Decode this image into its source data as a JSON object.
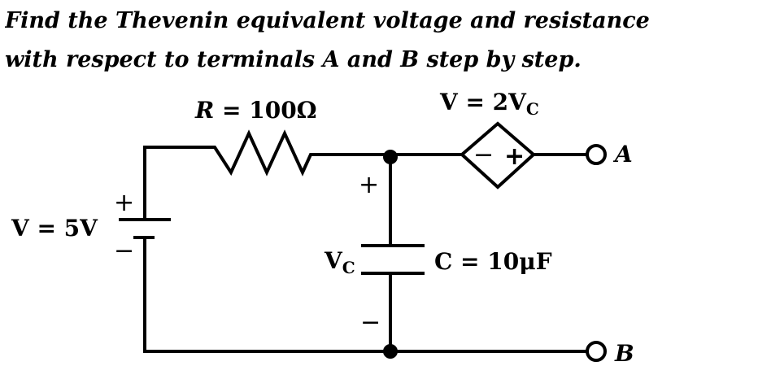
{
  "question": {
    "line1": "Find the Thevenin equivalent voltage and resistance",
    "line2": "with respect to terminals A and B step by step."
  },
  "circuit": {
    "resistor_label": "R = 100Ω",
    "dependent_source_label_main": "V = 2V",
    "dependent_source_label_sub": "C",
    "battery_label": "V = 5V",
    "battery_plus": "+",
    "battery_minus": "−",
    "capacitor_label": "C = 10μF",
    "vc_label_main": "V",
    "vc_label_sub": "C",
    "vc_plus": "+",
    "vc_minus": "−",
    "dep_minus": "−",
    "dep_plus": "+",
    "terminal_a": "A",
    "terminal_b": "B"
  }
}
